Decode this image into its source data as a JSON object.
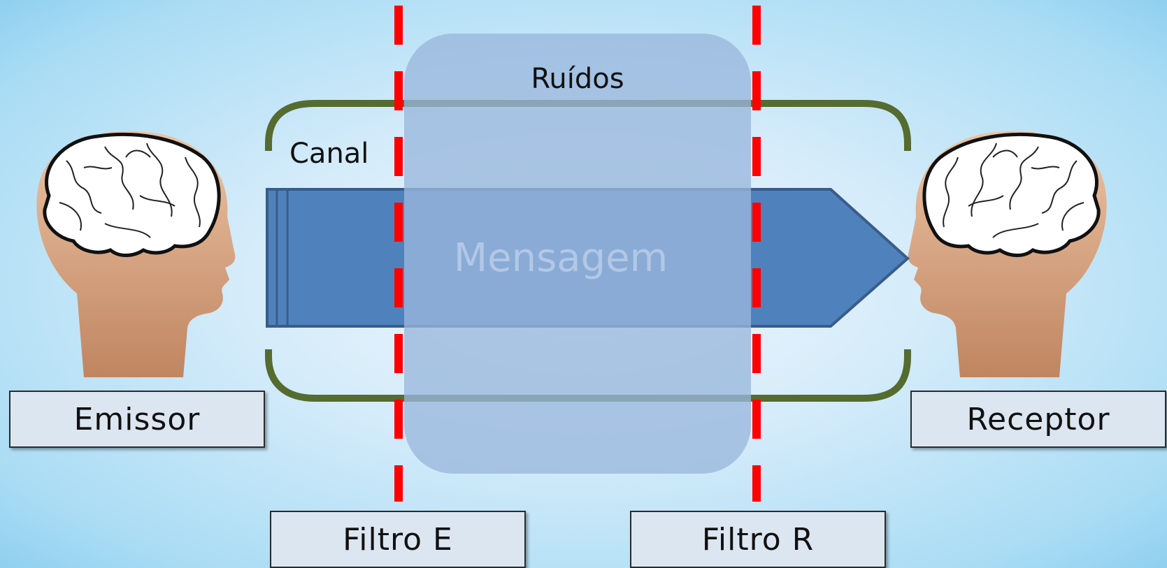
{
  "labels": {
    "ruidos": "Ruídos",
    "canal": "Canal",
    "mensagem": "Mensagem",
    "emissor": "Emissor",
    "receptor": "Receptor",
    "filtro_e": "Filtro E",
    "filtro_r": "Filtro R"
  },
  "colors": {
    "channel": "#556b2f",
    "filter": "#ff0000",
    "arrow": "#4f81bd",
    "arrow_border": "#385d8a",
    "noise": "#9ab7dd",
    "message_text": "#b3c7e6",
    "box_fill": "#dce6f1",
    "skin_light": "#e8b896",
    "skin_dark": "#c98a64"
  }
}
